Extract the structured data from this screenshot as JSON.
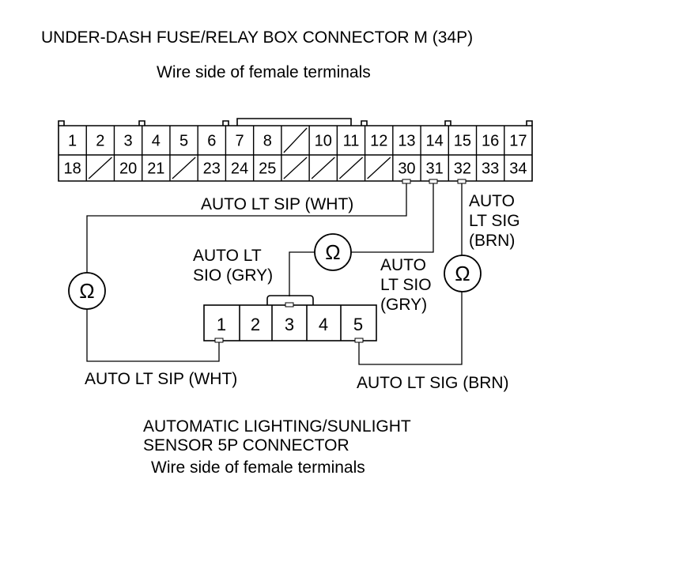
{
  "fuse_box": {
    "title": "UNDER-DASH FUSE/RELAY BOX CONNECTOR M (34P)",
    "subtitle": "Wire side of female terminals",
    "row1": [
      "1",
      "2",
      "3",
      "4",
      "5",
      "6",
      "7",
      "8",
      "",
      "10",
      "11",
      "12",
      "13",
      "14",
      "15",
      "16",
      "17"
    ],
    "row2": [
      "18",
      "",
      "20",
      "21",
      "",
      "23",
      "24",
      "25",
      "",
      "",
      "",
      "",
      "30",
      "31",
      "32",
      "33",
      "34"
    ]
  },
  "sensor": {
    "title_line1": "AUTOMATIC LIGHTING/SUNLIGHT",
    "title_line2": "SENSOR 5P CONNECTOR",
    "subtitle": "Wire side of female terminals",
    "pins": [
      "1",
      "2",
      "3",
      "4",
      "5"
    ]
  },
  "wires": {
    "sip_top": "AUTO LT SIP (WHT)",
    "sip_bottom": "AUTO LT SIP (WHT)",
    "sio_left_1": "AUTO LT",
    "sio_left_2": "SIO (GRY)",
    "sio_right_1": "AUTO",
    "sio_right_2": "LT SIO",
    "sio_right_3": "(GRY)",
    "sig_top_1": "AUTO",
    "sig_top_2": "LT SIG",
    "sig_top_3": "(BRN)",
    "sig_bottom": "AUTO LT SIG (BRN)"
  },
  "meters": {
    "symbol": "Ω"
  }
}
